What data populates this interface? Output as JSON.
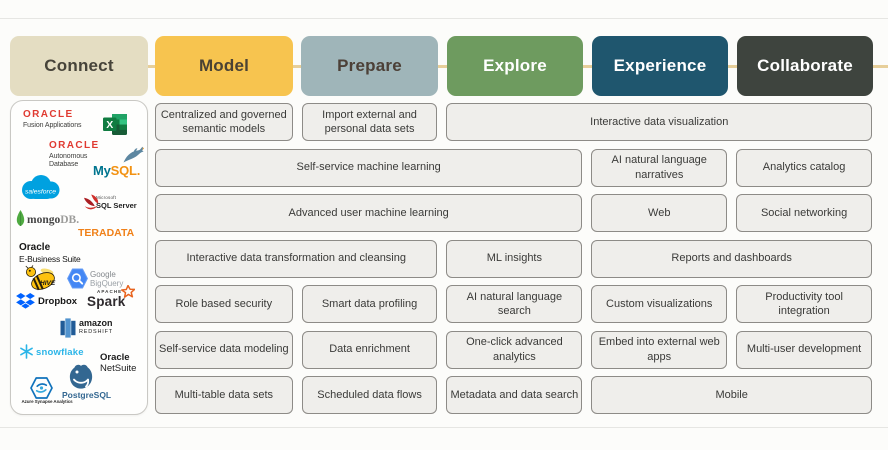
{
  "pipeline": {
    "connector_color": "#e7cf9a",
    "stages": [
      {
        "id": "connect",
        "label": "Connect",
        "bg": "#e4ddc2",
        "fg": "#47443a"
      },
      {
        "id": "model",
        "label": "Model",
        "bg": "#f7c44f",
        "fg": "#4a4234"
      },
      {
        "id": "prepare",
        "label": "Prepare",
        "bg": "#9fb5b9",
        "fg": "#4c4037"
      },
      {
        "id": "explore",
        "label": "Explore",
        "bg": "#6e9b5f",
        "fg": "#ffffff"
      },
      {
        "id": "experience",
        "label": "Experience",
        "bg": "#1f566e",
        "fg": "#ffffff"
      },
      {
        "id": "collaborate",
        "label": "Collaborate",
        "bg": "#3e443e",
        "fg": "#ffffff"
      }
    ]
  },
  "features": {
    "box_bg": "#efeeeb",
    "box_border": "#8d8b87",
    "box_fg": "#3a3a38",
    "columns": [
      "model",
      "prepare",
      "explore",
      "experience",
      "collaborate"
    ],
    "rows": [
      {
        "cells": [
          {
            "label": "Centralized and governed\nsemantic models",
            "col": 1,
            "span": 1
          },
          {
            "label": "Import external and\npersonal data sets",
            "col": 2,
            "span": 1
          },
          {
            "label": "Interactive data visualization",
            "col": 3,
            "span": 3
          }
        ]
      },
      {
        "cells": [
          {
            "label": "Self-service machine learning",
            "col": 1,
            "span": 3
          },
          {
            "label": "AI natural language\nnarratives",
            "col": 4,
            "span": 1
          },
          {
            "label": "Analytics catalog",
            "col": 5,
            "span": 1
          }
        ]
      },
      {
        "cells": [
          {
            "label": "Advanced user machine learning",
            "col": 1,
            "span": 3
          },
          {
            "label": "Web",
            "col": 4,
            "span": 1
          },
          {
            "label": "Social networking",
            "col": 5,
            "span": 1
          }
        ]
      },
      {
        "cells": [
          {
            "label": "Interactive data transformation and cleansing",
            "col": 1,
            "span": 2
          },
          {
            "label": "ML insights",
            "col": 3,
            "span": 1
          },
          {
            "label": "Reports and dashboards",
            "col": 4,
            "span": 2
          }
        ]
      },
      {
        "cells": [
          {
            "label": "Role based security",
            "col": 1,
            "span": 1
          },
          {
            "label": "Smart data profiling",
            "col": 2,
            "span": 1
          },
          {
            "label": "AI natural language\nsearch",
            "col": 3,
            "span": 1
          },
          {
            "label": "Custom visualizations",
            "col": 4,
            "span": 1
          },
          {
            "label": "Productivity tool\nintegration",
            "col": 5,
            "span": 1
          }
        ]
      },
      {
        "cells": [
          {
            "label": "Self-service data modeling",
            "col": 1,
            "span": 1
          },
          {
            "label": "Data enrichment",
            "col": 2,
            "span": 1
          },
          {
            "label": "One-click advanced\nanalytics",
            "col": 3,
            "span": 1
          },
          {
            "label": "Embed into external web\napps",
            "col": 4,
            "span": 1
          },
          {
            "label": "Multi-user development",
            "col": 5,
            "span": 1
          }
        ]
      },
      {
        "cells": [
          {
            "label": "Multi-table data sets",
            "col": 1,
            "span": 1
          },
          {
            "label": "Scheduled data flows",
            "col": 2,
            "span": 1
          },
          {
            "label": "Metadata and data search",
            "col": 3,
            "span": 1
          },
          {
            "label": "Mobile",
            "col": 4,
            "span": 2
          }
        ]
      }
    ]
  },
  "sources": {
    "fusion": {
      "brand": "ORACLE",
      "name": "Fusion Applications"
    },
    "excel": {
      "letter": "X"
    },
    "autonomous": {
      "brand": "ORACLE",
      "name1": "Autonomous",
      "name2": "Database"
    },
    "mysql": {
      "part1": "My",
      "part2": "SQL."
    },
    "salesforce": {
      "name": "salesforce"
    },
    "sqlserver": {
      "tiny": "Microsoft",
      "name": "SQL Server"
    },
    "mongodb": {
      "part1": "mongo",
      "part2": "DB."
    },
    "teradata": {
      "name": "TERADATA"
    },
    "ebusiness": {
      "brand": "Oracle",
      "name": "E-Business Suite"
    },
    "bigquery": {
      "line1": "Google",
      "line2": "BigQuery"
    },
    "hive": {
      "name": "HIVE"
    },
    "dropbox": {
      "name": "Dropbox"
    },
    "spark": {
      "tiny": "APACHE",
      "name": "Spark"
    },
    "redshift": {
      "line1": "amazon",
      "line2": "REDSHIFT"
    },
    "snowflake": {
      "name": "snowflake"
    },
    "netsuite": {
      "line1": "Oracle",
      "line2": "NetSuite"
    },
    "azuresynapse": {
      "name": "Azure Synapse Analytics"
    },
    "postgresql": {
      "name": "PostgreSQL"
    }
  }
}
